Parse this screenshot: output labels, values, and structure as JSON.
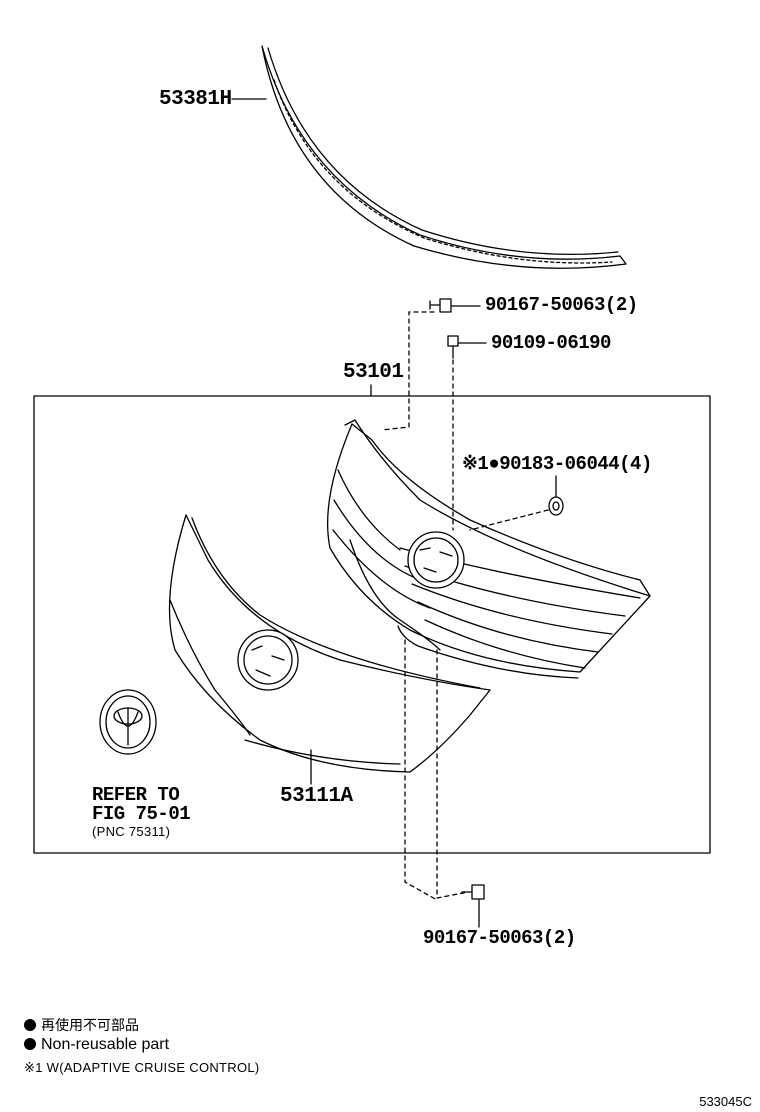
{
  "parts": {
    "upper_molding": "53381H",
    "grille_assy": "53101",
    "grille_bolt_top": "90167-50063(2)",
    "screw": "90109-06190",
    "clip_note": "※1●90183-06044(4)",
    "grille_frame": "53111A",
    "grille_bolt_bottom": "90167-50063(2)"
  },
  "reference": {
    "line1": "REFER TO",
    "line2": "FIG 75-01",
    "line3": "(PNC 75311)"
  },
  "legend": {
    "jp_label": "再使用不可部品",
    "en_label": "Non-reusable part",
    "note": "※1 W(ADAPTIVE CRUISE CONTROL)"
  },
  "diagram_code": "533045C"
}
